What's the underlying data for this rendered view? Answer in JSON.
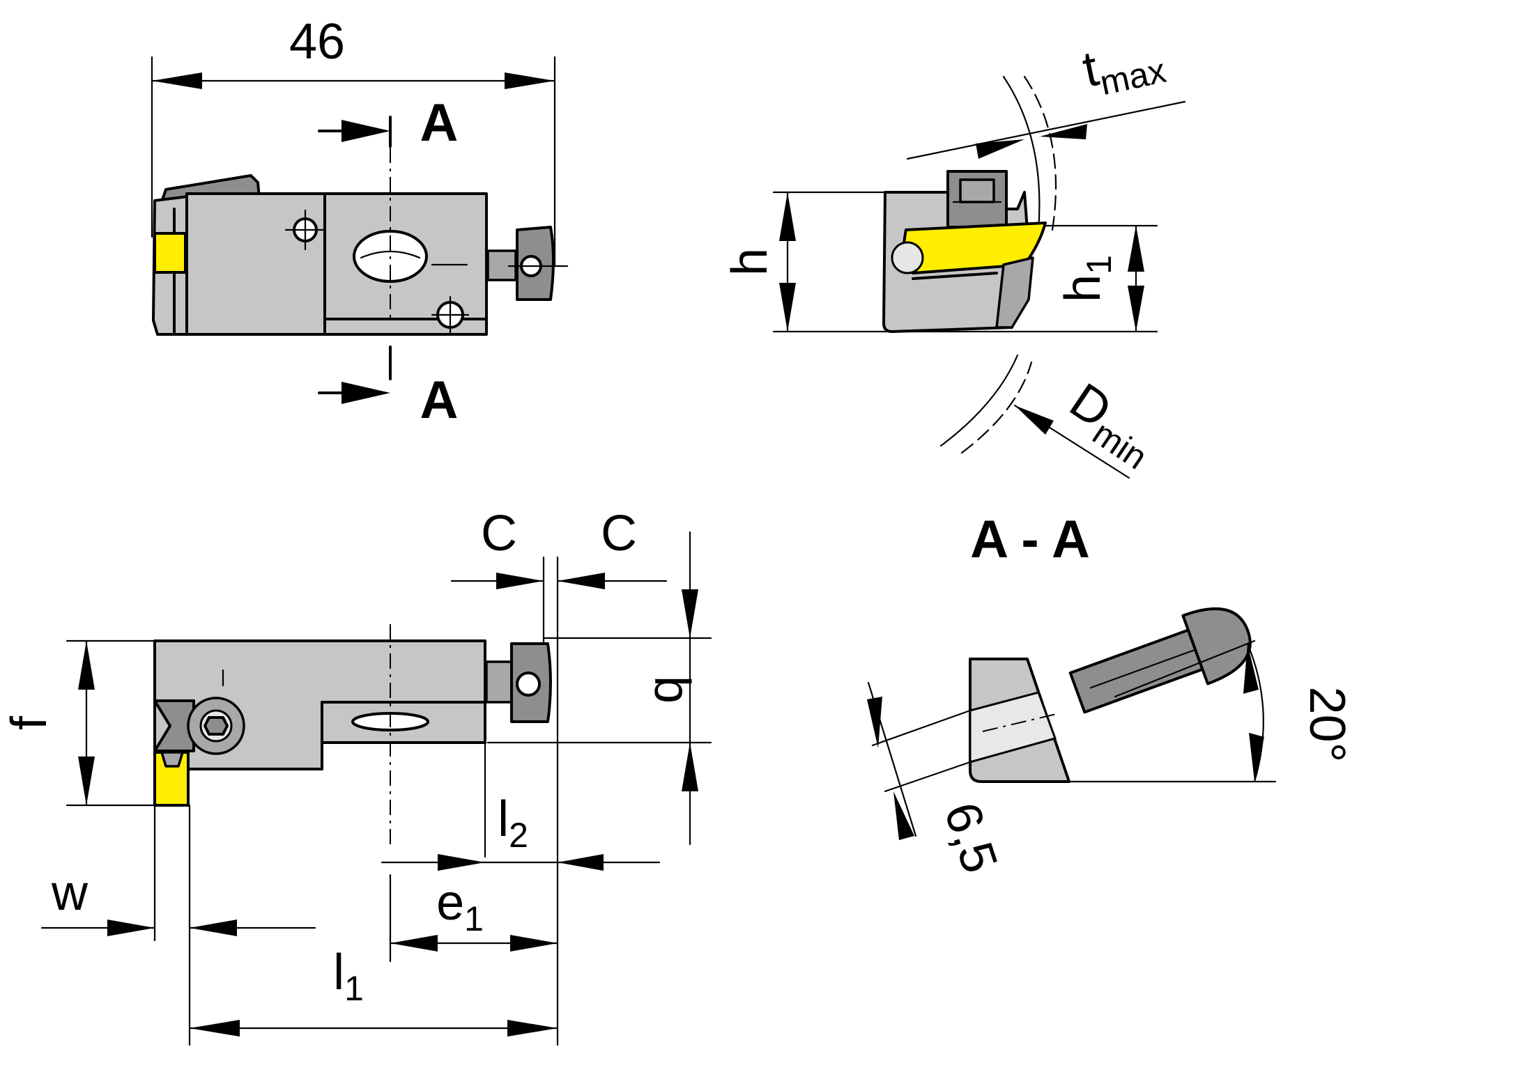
{
  "labels": {
    "width_46": "46",
    "section_marker": "A",
    "t": "t",
    "t_sub": "max",
    "h": "h",
    "h1": "h",
    "h1_sub": "1",
    "d": "D",
    "d_sub": "min",
    "section_title": "A - A",
    "c": "C",
    "b": "b",
    "f": "f",
    "l2": "l",
    "l2_sub": "2",
    "e1": "e",
    "e1_sub": "1",
    "w": "w",
    "l1": "l",
    "l1_sub": "1",
    "angle": "20°",
    "dim_6_5": "6,5"
  },
  "colors": {
    "insert": "#ffee00",
    "body": "#c6c6c6",
    "dark_part": "#8e8e8e"
  }
}
